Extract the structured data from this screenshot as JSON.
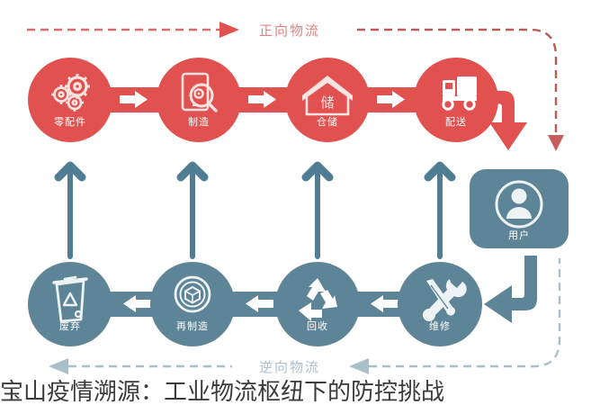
{
  "colors": {
    "forward": "#e0514f",
    "reverse": "#5e8597",
    "background": "#ffffff",
    "caption": "#3b3b3b",
    "forward_label": "#e0847f",
    "reverse_label": "#a9c0cb"
  },
  "flows": {
    "forward_label": "正向物流",
    "reverse_label": "逆向物流"
  },
  "forward_chain": {
    "direction": "left-to-right",
    "nodes": [
      {
        "label": "零配件",
        "icon": "gears-icon"
      },
      {
        "label": "制造",
        "icon": "tablet-inspect-icon"
      },
      {
        "label": "仓储",
        "icon": "warehouse-icon"
      },
      {
        "label": "配送",
        "icon": "truck-icon"
      }
    ]
  },
  "reverse_chain": {
    "direction": "right-to-left",
    "nodes": [
      {
        "label": "废弃",
        "icon": "trash-bin-icon"
      },
      {
        "label": "再制造",
        "icon": "remanufacture-cube-icon"
      },
      {
        "label": "回收",
        "icon": "recycle-icon"
      },
      {
        "label": "维修",
        "icon": "wrench-screwdriver-icon"
      }
    ]
  },
  "user_node": {
    "label": "用户",
    "icon": "user-avatar-icon"
  },
  "connectors": {
    "delivery_to_user": "elbow-arrow-down",
    "user_to_repair": "elbow-arrow-left",
    "vertical_returns": 4
  },
  "caption": {
    "text": "宝山疫情溯源：工业物流枢纽下的防控挑战"
  }
}
